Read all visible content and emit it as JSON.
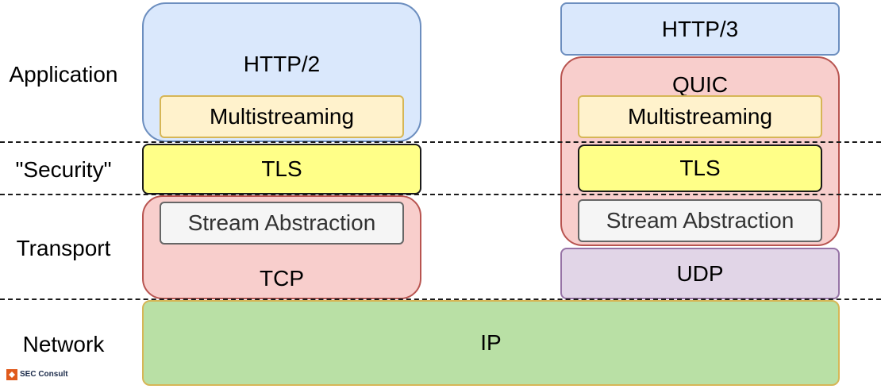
{
  "layers": {
    "application": "Application",
    "security": "\"Security\"",
    "transport": "Transport",
    "network": "Network"
  },
  "left_stack": {
    "http": "HTTP/2",
    "multistreaming": "Multistreaming",
    "tls": "TLS",
    "stream_abstraction": "Stream Abstraction",
    "tcp": "TCP"
  },
  "right_stack": {
    "http": "HTTP/3",
    "quic": "QUIC",
    "multistreaming": "Multistreaming",
    "tls": "TLS",
    "stream_abstraction": "Stream Abstraction",
    "udp": "UDP"
  },
  "network_box": "IP",
  "logo": {
    "text": "SEC Consult"
  },
  "colors": {
    "http_fill": "#dae8fc",
    "multistreaming_fill": "#fff2cc",
    "tls_fill": "#ffff88",
    "tcp_quic_fill": "#f8cecc",
    "stream_fill": "#f5f5f5",
    "udp_fill": "#e1d5e7",
    "ip_fill": "#b9e0a5"
  }
}
